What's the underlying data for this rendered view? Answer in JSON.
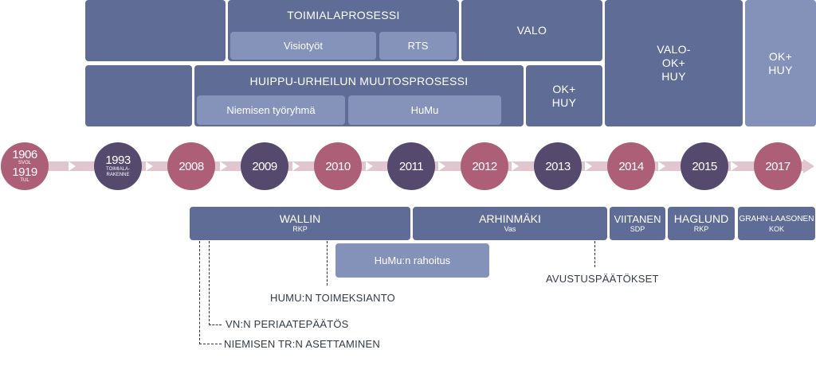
{
  "top_row": {
    "toimiala": {
      "title": "TOIMIALAPROSESSI",
      "sub": [
        "Visiotyöt",
        "RTS"
      ]
    },
    "valo": "VALO",
    "valo_ok_huy": [
      "VALO-",
      "OK+",
      "HUY"
    ],
    "ok_huy_right": [
      "OK+",
      "HUY"
    ]
  },
  "second_row": {
    "huippu": {
      "title": "HUIPPU-URHEILUN MUUTOSPROSESSI",
      "sub": [
        "Niemisen työryhmä",
        "HuMu"
      ]
    },
    "ok_huy": [
      "OK+",
      "HUY"
    ]
  },
  "timeline": [
    {
      "year": "1906",
      "sub": "SVOL",
      "year2": "1919",
      "sub2": "TUL"
    },
    {
      "year": "1993",
      "sub": "TOIMIALA-",
      "sub2": "RAKENNE"
    },
    {
      "year": "2008"
    },
    {
      "year": "2009"
    },
    {
      "year": "2010"
    },
    {
      "year": "2011"
    },
    {
      "year": "2012"
    },
    {
      "year": "2013"
    },
    {
      "year": "2014"
    },
    {
      "year": "2015"
    },
    {
      "year": "2017"
    }
  ],
  "ministers": [
    {
      "name": "WALLIN",
      "party": "RKP"
    },
    {
      "name": "ARHINMÄKI",
      "party": "Vas"
    },
    {
      "name": "VIITANEN",
      "party": "SDP"
    },
    {
      "name": "HAGLUND",
      "party": "RKP"
    },
    {
      "name": "GRAHN-LAASONEN",
      "party": "KOK"
    }
  ],
  "funding": "HuMu:n rahoitus",
  "annotations": {
    "humu_toimeksianto": "HUMU:N TOIMEKSIANTO",
    "avustuspaatokset": "AVUSTUSPÄÄTÖKSET",
    "vn_periaatepaatos": "VN:N PERIAATEPÄÄTÖS",
    "niemisen_tr": "NIEMISEN TR:N ASETTAMINEN"
  }
}
